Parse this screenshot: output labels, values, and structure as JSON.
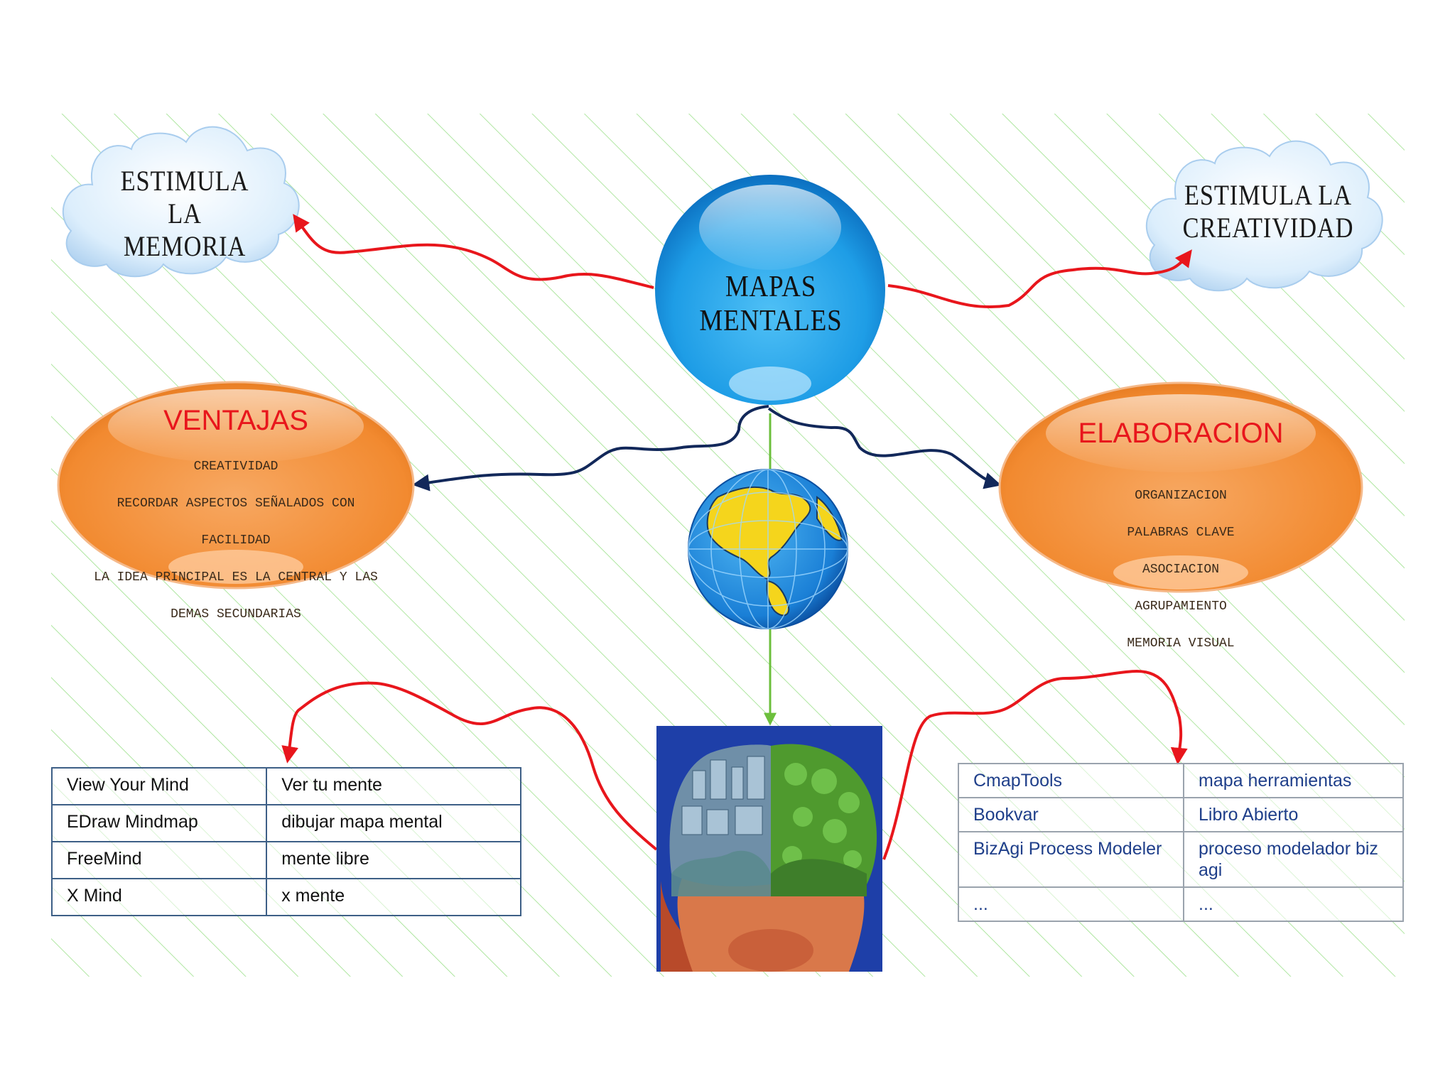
{
  "central_node": {
    "label": "MAPAS MENTALES"
  },
  "clouds": {
    "left": {
      "line1": "ESTIMULA LA",
      "line2": "MEMORIA"
    },
    "right": {
      "line1": "ESTIMULA LA",
      "line2": "CREATIVIDAD"
    }
  },
  "ventajas": {
    "title": "VENTAJAS",
    "lines": [
      "CREATIVIDAD",
      "RECORDAR ASPECTOS SEÑALADOS CON",
      "FACILIDAD",
      "LA IDEA PRINCIPAL ES LA CENTRAL Y LAS",
      "DEMAS SECUNDARIAS"
    ]
  },
  "elaboracion": {
    "title": "ELABORACION",
    "lines": [
      "ORGANIZACION",
      "PALABRAS CLAVE",
      "ASOCIACION",
      "AGRUPAMIENTO",
      "MEMORIA VISUAL"
    ]
  },
  "tools_left": {
    "rows": [
      [
        "View Your Mind",
        "Ver tu mente"
      ],
      [
        "EDraw Mindmap",
        "dibujar mapa mental"
      ],
      [
        "FreeMind",
        "mente libre"
      ],
      [
        "X Mind",
        "x mente"
      ]
    ]
  },
  "tools_right": {
    "rows": [
      [
        "CmapTools",
        "mapa herramientas"
      ],
      [
        "Bookvar",
        "Libro Abierto"
      ],
      [
        "BizAgi Process Modeler",
        "proceso modelador biz agi"
      ],
      [
        "...",
        "..."
      ]
    ]
  },
  "icons": [
    "globe-icon",
    "brain-head-image"
  ],
  "colors": {
    "arrow_red": "#e8161c",
    "arrow_navy": "#12285a",
    "arrow_green": "#6cbf3c",
    "hatch_green": "#9be08a",
    "oval_orange": "#f28a30",
    "sphere_blue": "#2aa3ea"
  }
}
